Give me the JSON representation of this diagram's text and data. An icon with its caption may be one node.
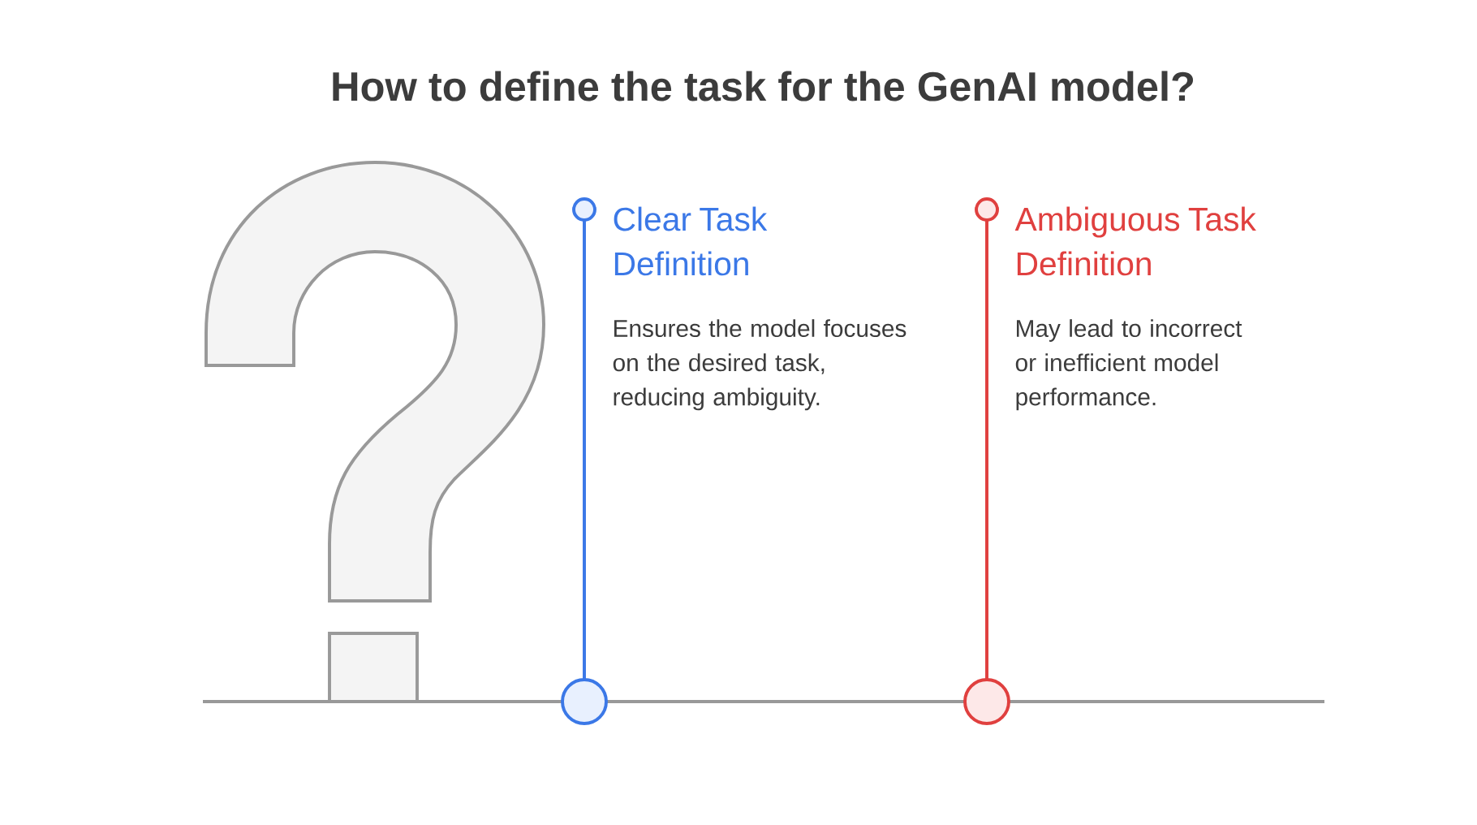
{
  "diagram": {
    "title": "How to define the task for the GenAI model?",
    "nodes": [
      {
        "text": [
          "Clear Task Definition",
          "Ensures the model focuses on the desired task, reducing ambiguity."
        ]
      },
      {
        "text": [
          "Ambiguous Task Definition",
          "May lead to incorrect or inefficient model performance."
        ]
      }
    ]
  }
}
